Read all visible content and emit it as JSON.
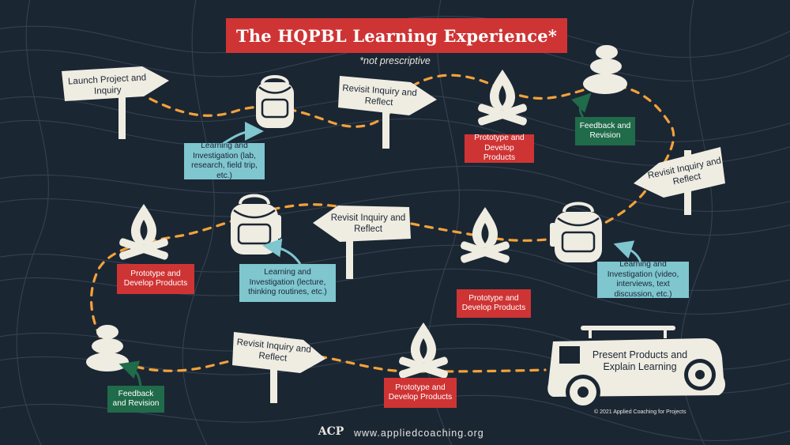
{
  "title": "The HQPBL Learning Experience*",
  "subtitle": "*not prescriptive",
  "signs": {
    "launch": "Launch Project and Inquiry",
    "revisit_1": "Revisit Inquiry and Reflect",
    "revisit_2": "Revisit Inquiry and Reflect",
    "revisit_3": "Revisit Inquiry and Reflect",
    "revisit_4": "Revisit Inquiry and Reflect"
  },
  "labels": {
    "learning_1": "Learning and Investigation (lab, research, field trip, etc.)",
    "prototype_1": "Prototype and Develop Products",
    "feedback_1": "Feedback and Revision",
    "learning_2": "Learning and Investigation (video, interviews, text discussion, etc.)",
    "prototype_2": "Prototype and Develop Products",
    "learning_3": "Learning and Investigation (lecture, thinking routines, etc.)",
    "prototype_3": "Prototype and Develop Products",
    "feedback_2": "Feedback and Revision",
    "prototype_4": "Prototype and Develop Products"
  },
  "final_step": "Present Products and Explain Learning",
  "copyright": "© 2021 Applied Coaching for Projects",
  "footer": {
    "logo": "ACP",
    "url": "www.appliedcoaching.org"
  },
  "colors": {
    "background": "#1b2633",
    "accent_red": "#cf3434",
    "teal": "#7fc6cf",
    "green": "#1f6b4a",
    "path_orange": "#f2a23a",
    "cream": "#efece2"
  }
}
